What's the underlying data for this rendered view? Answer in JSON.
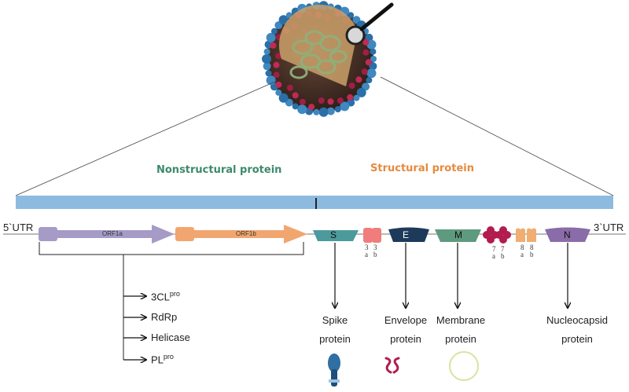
{
  "titles": {
    "nonstructural": "Nonstructural protein",
    "structural": "Structural protein"
  },
  "genome": {
    "utr5": "5`UTR",
    "utr3": "3`UTR",
    "orf1a": "ORF1a",
    "orf1b": "ORF1b"
  },
  "nsp_outputs": [
    {
      "main": "3CL",
      "sup": "pro"
    },
    {
      "main": "RdRp",
      "sup": ""
    },
    {
      "main": "Helicase",
      "sup": ""
    },
    {
      "main": "PL",
      "sup": "pro"
    }
  ],
  "structural_genes": {
    "S": "S",
    "E": "E",
    "M": "M",
    "N": "N",
    "g3a": "3",
    "g3a_sub": "a",
    "g3b": "3",
    "g3b_sub": "b",
    "g7a": "7",
    "g7a_sub": "a",
    "g7b": "7",
    "g7b_sub": "b",
    "g8a": "8",
    "g8a_sub": "a",
    "g8b": "8",
    "g8b_sub": "b"
  },
  "protein_labels": {
    "spike_1": "Spike",
    "spike_2": "protein",
    "envelope_1": "Envelope",
    "envelope_2": "protein",
    "membrane_1": "Membrane",
    "membrane_2": "protein",
    "nucleocapsid_1": "Nucleocapsid",
    "nucleocapsid_2": "protein"
  },
  "colors": {
    "bar": "#8dbbe0",
    "orf1a": "#a59bc6",
    "orf1b": "#f2a66f",
    "S": "#4d9a9c",
    "E": "#1e3a5a",
    "M": "#5e9a7e",
    "N": "#8a6ca8",
    "g3": "#f07c7c",
    "g7": "#b21c4e",
    "g8": "#f1ad72",
    "nonstructural_title": "#3c8a6b",
    "structural_title": "#e58a3e"
  }
}
